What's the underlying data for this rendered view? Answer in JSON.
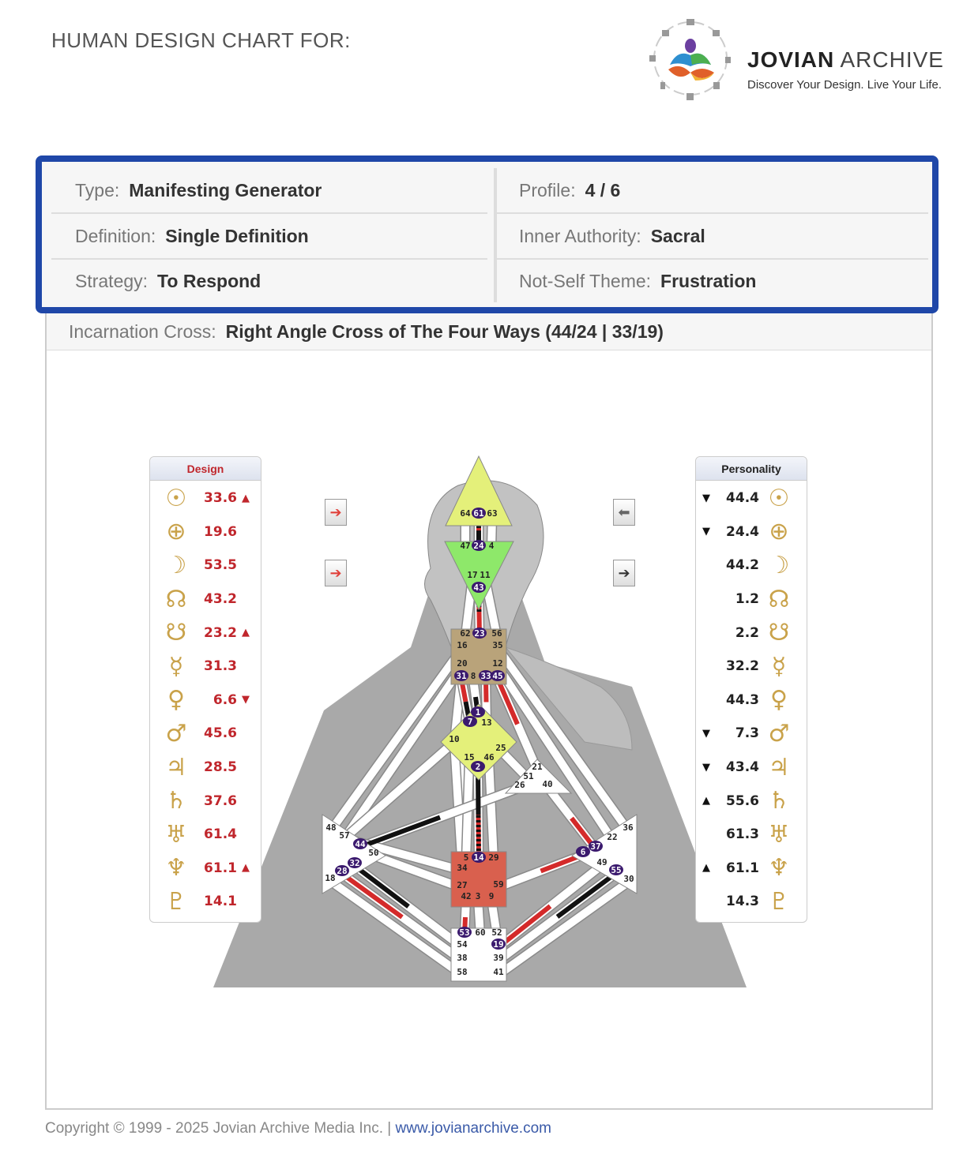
{
  "header": {
    "title": "HUMAN DESIGN CHART FOR:",
    "brand_bold": "JOVIAN",
    "brand_light": " ARCHIVE",
    "tagline": "Discover Your Design. Live Your Life."
  },
  "info": {
    "type_label": "Type:",
    "type": "Manifesting Generator",
    "profile_label": "Profile:",
    "profile": "4 / 6",
    "definition_label": "Definition:",
    "definition": "Single Definition",
    "authority_label": "Inner Authority:",
    "authority": "Sacral",
    "strategy_label": "Strategy:",
    "strategy": "To Respond",
    "notself_label": "Not-Self Theme:",
    "notself": "Frustration",
    "cross_label": "Incarnation Cross:",
    "cross": "Right Angle Cross of The Four Ways (44/24 | 33/19)"
  },
  "design": {
    "title": "Design",
    "rows": [
      {
        "planet": "sun",
        "sym": "☉",
        "value": "33.6",
        "arrow": "▲"
      },
      {
        "planet": "earth",
        "sym": "⊕",
        "value": "19.6",
        "arrow": ""
      },
      {
        "planet": "moon",
        "sym": "☽",
        "value": "53.5",
        "arrow": ""
      },
      {
        "planet": "north-node",
        "sym": "☊",
        "value": "43.2",
        "arrow": ""
      },
      {
        "planet": "south-node",
        "sym": "☋",
        "value": "23.2",
        "arrow": "▲"
      },
      {
        "planet": "mercury",
        "sym": "☿",
        "value": "31.3",
        "arrow": ""
      },
      {
        "planet": "venus",
        "sym": "♀",
        "value": "6.6",
        "arrow": "▼"
      },
      {
        "planet": "mars",
        "sym": "♂",
        "value": "45.6",
        "arrow": ""
      },
      {
        "planet": "jupiter",
        "sym": "♃",
        "value": "28.5",
        "arrow": ""
      },
      {
        "planet": "saturn",
        "sym": "♄",
        "value": "37.6",
        "arrow": ""
      },
      {
        "planet": "uranus",
        "sym": "♅",
        "value": "61.4",
        "arrow": ""
      },
      {
        "planet": "neptune",
        "sym": "♆",
        "value": "61.1",
        "arrow": "▲"
      },
      {
        "planet": "pluto",
        "sym": "♇",
        "value": "14.1",
        "arrow": ""
      }
    ]
  },
  "personality": {
    "title": "Personality",
    "rows": [
      {
        "planet": "sun",
        "sym": "☉",
        "value": "44.4",
        "arrow": "▼"
      },
      {
        "planet": "earth",
        "sym": "⊕",
        "value": "24.4",
        "arrow": "▼"
      },
      {
        "planet": "moon",
        "sym": "☽",
        "value": "44.2",
        "arrow": ""
      },
      {
        "planet": "north-node",
        "sym": "☊",
        "value": "1.2",
        "arrow": ""
      },
      {
        "planet": "south-node",
        "sym": "☋",
        "value": "2.2",
        "arrow": ""
      },
      {
        "planet": "mercury",
        "sym": "☿",
        "value": "32.2",
        "arrow": ""
      },
      {
        "planet": "venus",
        "sym": "♀",
        "value": "44.3",
        "arrow": ""
      },
      {
        "planet": "mars",
        "sym": "♂",
        "value": "7.3",
        "arrow": "▼"
      },
      {
        "planet": "jupiter",
        "sym": "♃",
        "value": "43.4",
        "arrow": "▼"
      },
      {
        "planet": "saturn",
        "sym": "♄",
        "value": "55.6",
        "arrow": "▲"
      },
      {
        "planet": "uranus",
        "sym": "♅",
        "value": "61.3",
        "arrow": ""
      },
      {
        "planet": "neptune",
        "sym": "♆",
        "value": "61.1",
        "arrow": "▲"
      },
      {
        "planet": "pluto",
        "sym": "♇",
        "value": "14.3",
        "arrow": ""
      }
    ]
  },
  "colors": {
    "design": "#d42a2a",
    "personality": "#111111",
    "frame": "#1f47a8",
    "head": "#e4f07a",
    "ajna": "#8ee86a",
    "throat": "#b9a37a",
    "g": "#e4f07a",
    "sacral": "#d9604e",
    "undefined": "#ffffff",
    "gate_circle": "#3b1a6e"
  },
  "centers": [
    {
      "name": "head",
      "defined": true
    },
    {
      "name": "ajna",
      "defined": true
    },
    {
      "name": "throat",
      "defined": true
    },
    {
      "name": "g",
      "defined": true
    },
    {
      "name": "heart",
      "defined": false
    },
    {
      "name": "sacral",
      "defined": true
    },
    {
      "name": "root",
      "defined": false
    },
    {
      "name": "spleen",
      "defined": false
    },
    {
      "name": "solar-plexus",
      "defined": false
    }
  ],
  "gates": {
    "64": "",
    "61": "both",
    "63": "",
    "47": "",
    "24": "personality",
    "4": "",
    "17": "",
    "11": "",
    "43": "both",
    "62": "",
    "23": "design",
    "56": "",
    "16": "",
    "35": "",
    "20": "",
    "12": "",
    "31": "design",
    "8": "",
    "33": "design",
    "45": "design",
    "1": "personality",
    "7": "personality",
    "13": "",
    "10": "",
    "25": "",
    "15": "",
    "46": "",
    "2": "personality",
    "21": "",
    "51": "",
    "26": "",
    "40": "",
    "48": "",
    "57": "",
    "44": "personality",
    "50": "",
    "32": "personality",
    "28": "design",
    "18": "",
    "36": "",
    "22": "",
    "37": "design",
    "6": "design",
    "49": "",
    "55": "personality",
    "30": "",
    "5": "",
    "14": "both",
    "29": "",
    "34": "",
    "27": "",
    "59": "",
    "42": "",
    "3": "",
    "9": "",
    "53": "design",
    "60": "",
    "52": "",
    "54": "",
    "19": "design",
    "38": "",
    "39": "",
    "58": "",
    "41": ""
  },
  "nav": {
    "left_top": "➔",
    "left_bottom": "➔",
    "right_top": "⬅",
    "right_bottom": "➔"
  },
  "footer": {
    "copyright": "Copyright © 1999 - 2025 Jovian Archive Media Inc.  |  ",
    "link": "www.jovianarchive.com"
  }
}
